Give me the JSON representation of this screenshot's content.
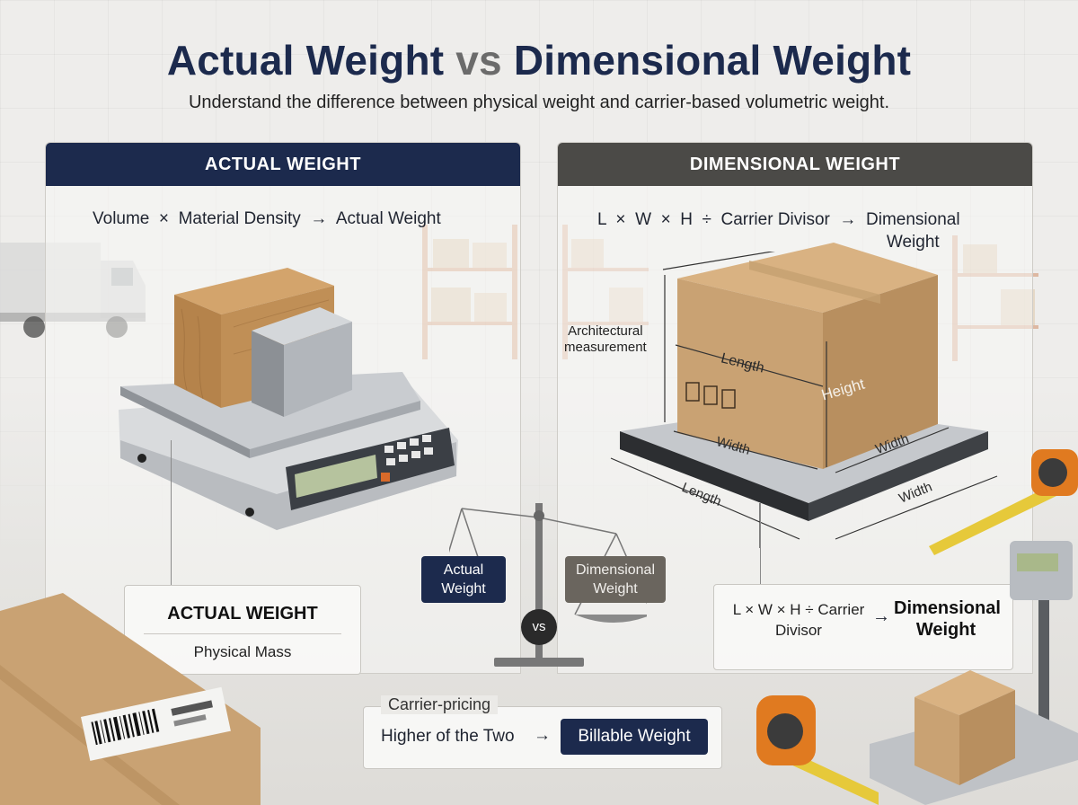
{
  "title": {
    "part1": "Actual Weight",
    "vs": "vs",
    "part2": "Dimensional Weight"
  },
  "subtitle": "Understand the difference between physical weight and carrier-based volumetric weight.",
  "left_panel": {
    "header": "ACTUAL WEIGHT",
    "formula": "Volume  ×  Material Density  →  Actual Weight",
    "callout_title": "ACTUAL WEIGHT",
    "callout_sub": "Physical Mass"
  },
  "right_panel": {
    "header": "DIMENSIONAL WEIGHT",
    "formula_prefix": "L  ×  W  ×  H  ÷  Carrier Divisor  →  ",
    "formula_result_line1": "Dimensional",
    "formula_result_line2": "Weight",
    "arch_label_line1": "Architectural",
    "arch_label_line2": "measurement",
    "box_labels": {
      "length": "Length",
      "height": "Height",
      "width": "Width"
    },
    "platform_labels": {
      "width": "Width",
      "length": "Length",
      "width2": "Width"
    },
    "callout_left_line1": "L × W × H ÷ Carrier",
    "callout_left_line2": "Divisor",
    "callout_arrow": "→",
    "callout_right_line1": "Dimensional",
    "callout_right_line2": "Weight"
  },
  "balance": {
    "actual_line1": "Actual",
    "actual_line2": "Weight",
    "dim_line1": "Dimensional",
    "dim_line2": "Weight",
    "vs": "vs"
  },
  "carrier": {
    "label": "Carrier-pricing",
    "text": "Higher of the Two",
    "arrow": "→",
    "result": "Billable Weight"
  },
  "colors": {
    "navy": "#1c2a4d",
    "charcoal": "#4b4a47",
    "cardboard": "#c9a273",
    "wood": "#b98a52",
    "steel": "#9aa0a6"
  }
}
